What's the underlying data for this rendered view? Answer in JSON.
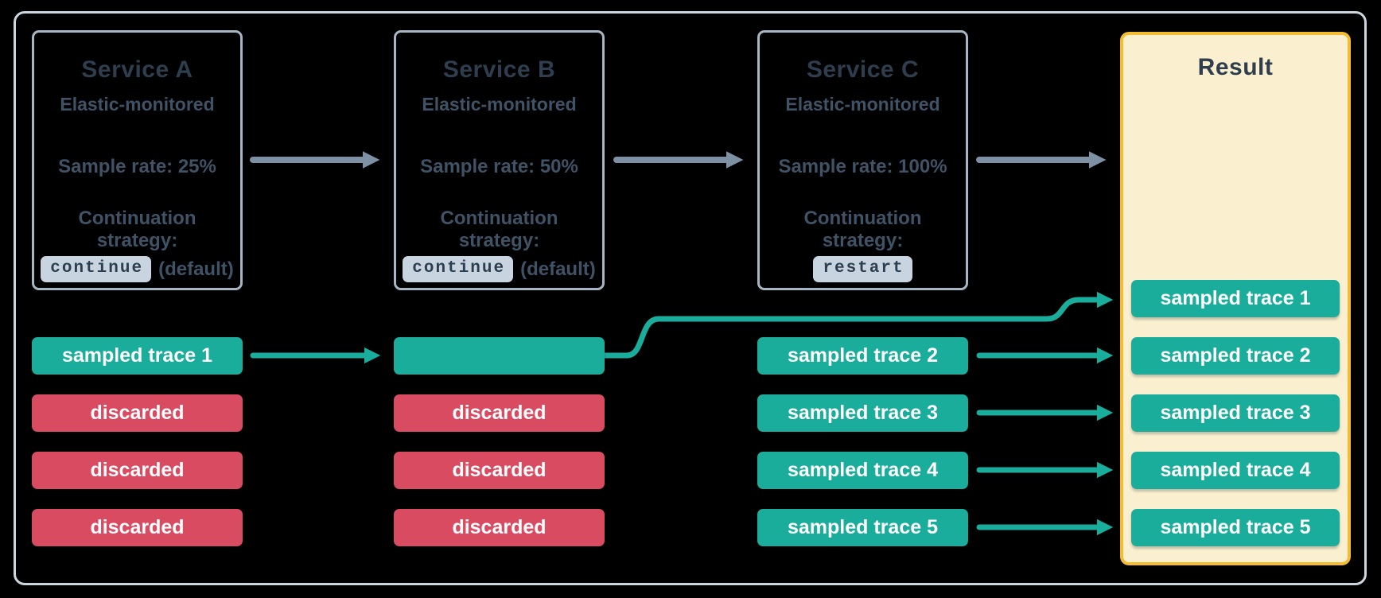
{
  "colors": {
    "background": "#000000",
    "frame_border": "#CBD6DF",
    "service_border": "#A7B6C4",
    "service_title": "#2E3E4E",
    "service_text": "#405366",
    "chip_bg": "#C8D4DF",
    "chip_text": "#2E3E4E",
    "flow_arrow": "#7E90A3",
    "sampled_bg": "#1AAD9B",
    "discarded_bg": "#D84B61",
    "trace_text": "#FFFFFF",
    "trace_arrow": "#1AAD9B",
    "result_bg": "#FAF0D0",
    "result_border": "#F4BD31"
  },
  "services": [
    {
      "title": "Service A",
      "subtitle": "Elastic-monitored",
      "sample_rate": "Sample rate: 25%",
      "strategy_label": "Continuation strategy:",
      "strategy_value": "continue",
      "strategy_note": "(default)"
    },
    {
      "title": "Service B",
      "subtitle": "Elastic-monitored",
      "sample_rate": "Sample rate: 50%",
      "strategy_label": "Continuation strategy:",
      "strategy_value": "continue",
      "strategy_note": "(default)"
    },
    {
      "title": "Service C",
      "subtitle": "Elastic-monitored",
      "sample_rate": "Sample rate: 100%",
      "strategy_label": "Continuation strategy:",
      "strategy_value": "restart",
      "strategy_note": ""
    }
  ],
  "traces": {
    "service_a": [
      "sampled trace 1",
      "discarded",
      "discarded",
      "discarded"
    ],
    "service_b": [
      "",
      "discarded",
      "discarded",
      "discarded"
    ],
    "service_c": [
      "sampled trace 2",
      "sampled trace 3",
      "sampled trace 4",
      "sampled trace 5"
    ]
  },
  "result": {
    "title": "Result",
    "rows": [
      "sampled trace 1",
      "sampled trace 2",
      "sampled trace 3",
      "sampled trace 4",
      "sampled trace 5"
    ]
  }
}
